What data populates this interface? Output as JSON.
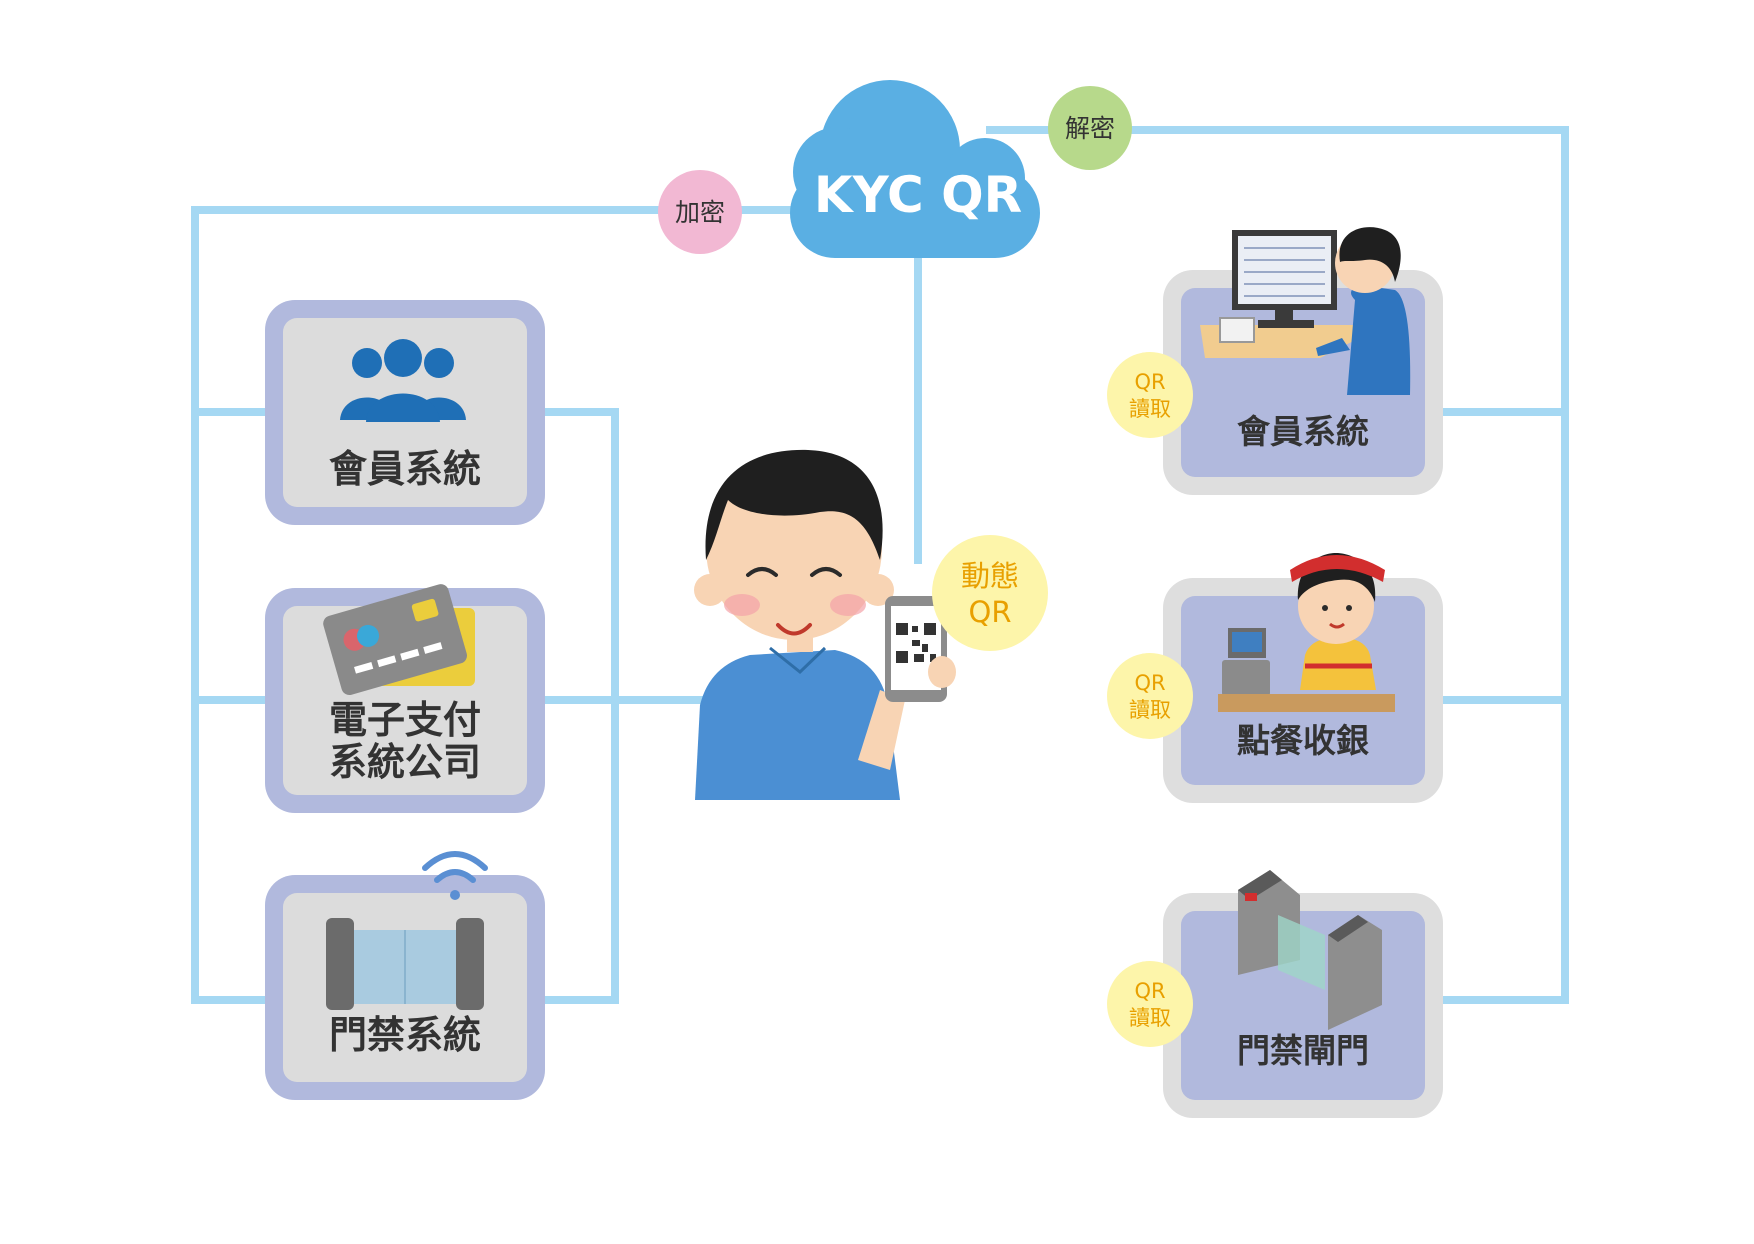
{
  "cloud": {
    "label": "KYC QR",
    "color": "#5aafe3"
  },
  "edges": {
    "encrypt": "加密",
    "decrypt": "解密"
  },
  "left_systems": [
    {
      "label_lines": [
        "會員系統"
      ],
      "icon": "people-icon"
    },
    {
      "label_lines": [
        "電子支付",
        "系統公司"
      ],
      "icon": "credit-card-icon"
    },
    {
      "label_lines": [
        "門禁系統"
      ],
      "icon": "access-gate-icon"
    }
  ],
  "user": {
    "badge_lines": [
      "動態",
      "QR"
    ]
  },
  "right_endpoints": [
    {
      "label": "會員系統",
      "badge_lines": [
        "QR",
        "讀取"
      ],
      "icon": "office-worker-icon"
    },
    {
      "label": "點餐收銀",
      "badge_lines": [
        "QR",
        "讀取"
      ],
      "icon": "cashier-icon"
    },
    {
      "label": "門禁閘門",
      "badge_lines": [
        "QR",
        "讀取"
      ],
      "icon": "turnstile-icon"
    }
  ],
  "colors": {
    "connector": "#a5d8f3",
    "left_box_outer": "#b1b9dd",
    "left_box_inner": "#dcdcdc",
    "right_box_outer": "#dedede",
    "right_box_inner": "#b1b9dd",
    "encrypt_badge": "#f2b8d3",
    "decrypt_badge": "#b7d98b",
    "qr_badge": "#fdf5aa"
  }
}
